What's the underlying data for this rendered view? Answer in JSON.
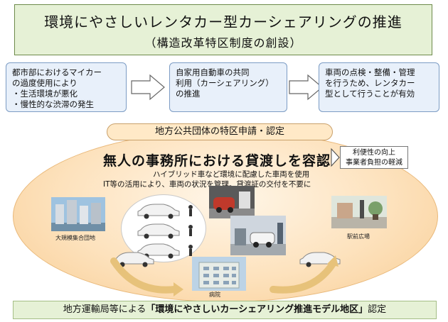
{
  "title": {
    "main": "環境にやさしいレンタカー型カーシェアリングの推進",
    "sub": "（構造改革特区制度の創設）"
  },
  "flow": [
    {
      "lines": [
        "都市部におけるマイカー",
        "の過度使用により",
        "・生活環境が悪化",
        "・慢性的な渋滞の発生"
      ]
    },
    {
      "lines": [
        "自家用自動車の共同",
        "利用（カーシェアリング）",
        "の推進"
      ]
    },
    {
      "lines": [
        "車両の点検・整備・管理",
        "を行うため、レンタカー",
        "型として行うことが有効"
      ]
    }
  ],
  "application_bar": "地方公共団体の特区申請・認定",
  "headline": "無人の事務所における貸渡しを容認",
  "details": [
    "ハイブリッド車など環境に配慮した車両を使用",
    "IT等の活用により、車両の状況を管理。貸渡証の交付を不要に"
  ],
  "benefit": [
    "利便性の向上",
    "事業者負担の軽減"
  ],
  "places": {
    "left": "大規模集合団地",
    "right": "駅前広場",
    "bottom": "病院"
  },
  "bottom_bar": {
    "prefix": "地方運輸局等による",
    "highlight": "「環境にやさしいカーシェアリング推進モデル地区」",
    "suffix": "認定"
  },
  "colors": {
    "title_bg": "#e6f1d6",
    "step_bg": "#e8f0fa",
    "oval_edge": "#f8cd94"
  }
}
